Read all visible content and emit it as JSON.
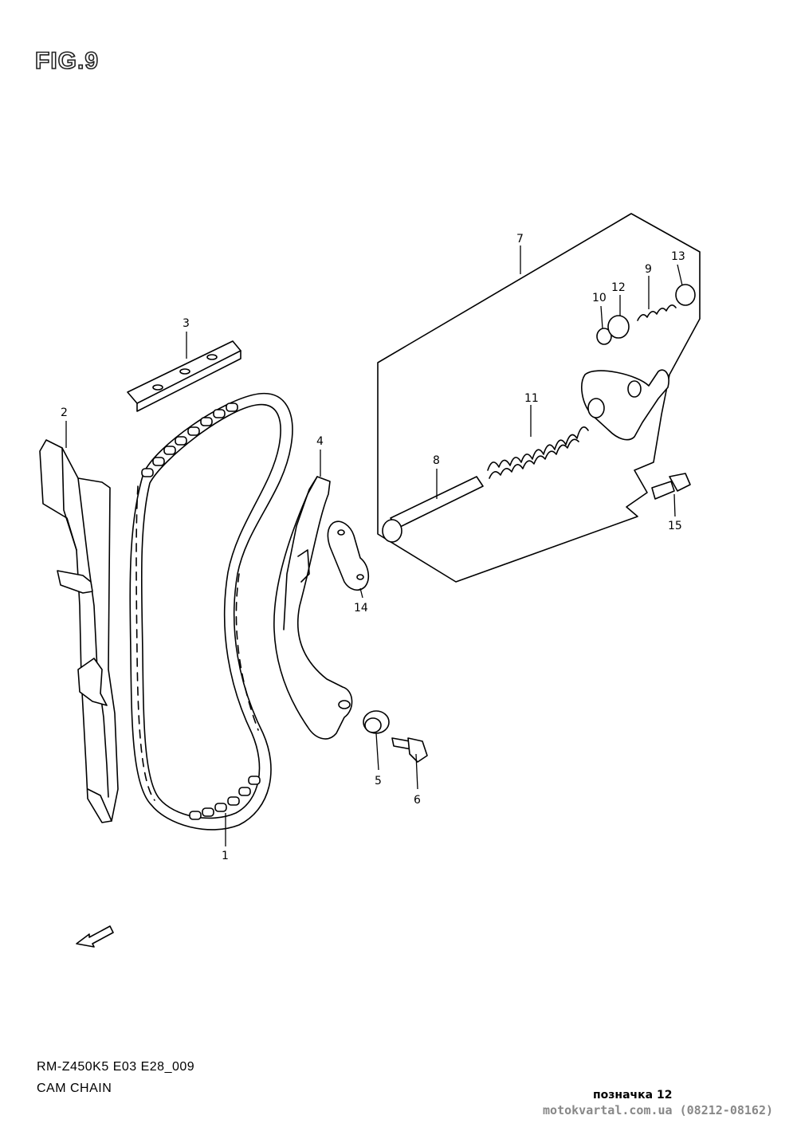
{
  "figure": {
    "title": "FIG.9"
  },
  "parts": [
    {
      "number": "1"
    },
    {
      "number": "2"
    },
    {
      "number": "3"
    },
    {
      "number": "4"
    },
    {
      "number": "5"
    },
    {
      "number": "6"
    },
    {
      "number": "7"
    },
    {
      "number": "8"
    },
    {
      "number": "9"
    },
    {
      "number": "10"
    },
    {
      "number": "11"
    },
    {
      "number": "12"
    },
    {
      "number": "13"
    },
    {
      "number": "14"
    },
    {
      "number": "15"
    }
  ],
  "footer": {
    "model_code": "RM-Z450K5 E03 E28_009",
    "section_name": "CAM CHAIN",
    "marker": "позначка 12",
    "site": "motokvartal.com.ua (08212-08162)"
  },
  "icons": {
    "view_arrow": "view-arrow-icon"
  }
}
